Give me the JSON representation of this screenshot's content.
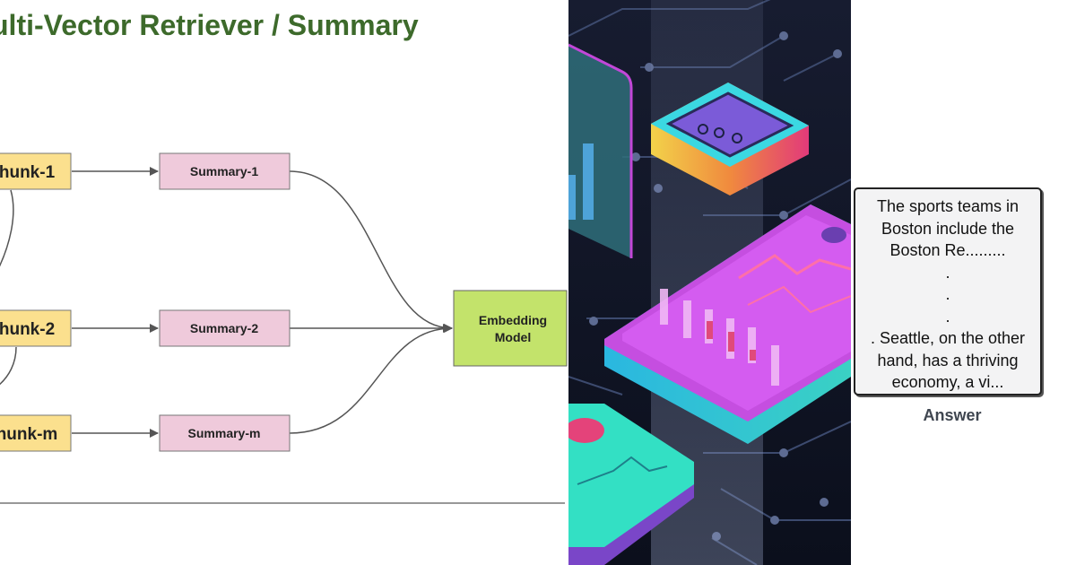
{
  "diagram": {
    "title": "ulti-Vector Retriever / Summary",
    "chunks": [
      "hunk-1",
      "hunk-2",
      "hunk-m"
    ],
    "summaries": [
      "Summary-1",
      "Summary-2",
      "Summary-m"
    ],
    "embedding_label_lines": [
      "Embedding",
      "Model"
    ],
    "colors": {
      "title": "#3d6a2b",
      "chunk_fill": "#fbe08e",
      "summary_fill": "#efcadb",
      "embedding_fill": "#c3e36b",
      "edge": "#555555"
    }
  },
  "illustration": {
    "subject": "isometric-tech-dashboard-illustration"
  },
  "answer": {
    "lines": [
      "The sports teams in",
      "Boston include the",
      "Boston Re.........",
      ".",
      ".",
      ".",
      ". Seattle, on the other",
      "hand, has a thriving",
      "economy, a vi..."
    ],
    "label": "Answer"
  }
}
